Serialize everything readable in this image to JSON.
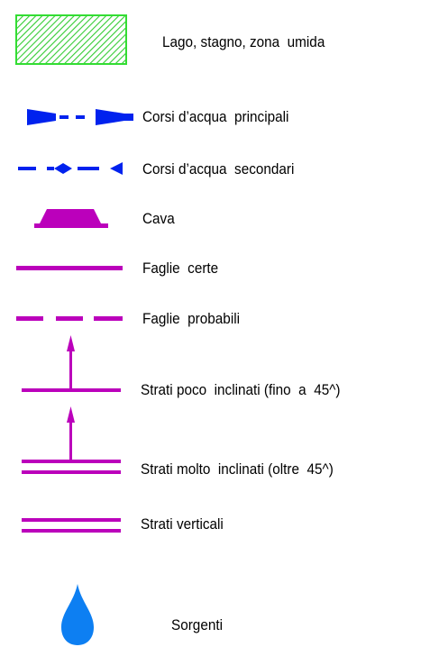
{
  "legend": {
    "items": [
      {
        "id": "lago",
        "symbol": "hatched-green-rectangle-icon",
        "color": "#33cc33",
        "label": "Lago, stagno, zona  umida"
      },
      {
        "id": "corsi-principali",
        "symbol": "dashed-blue-line-with-arrows-icon",
        "color": "#0022ee",
        "label": "Corsi d’acqua  principali"
      },
      {
        "id": "corsi-secondari",
        "symbol": "dashed-blue-line-with-diamond-icon",
        "color": "#0022ee",
        "label": "Corsi d’acqua  secondari"
      },
      {
        "id": "cava",
        "symbol": "quarry-trapezoid-icon",
        "color": "#bb00bb",
        "label": "Cava"
      },
      {
        "id": "faglie-certe",
        "symbol": "solid-magenta-line-icon",
        "color": "#bb00bb",
        "label": "Faglie  certe"
      },
      {
        "id": "faglie-probabili",
        "symbol": "dashed-magenta-line-icon",
        "color": "#bb00bb",
        "label": "Faglie  probabili"
      },
      {
        "id": "strati-poco",
        "symbol": "line-with-arrow-icon",
        "color": "#bb00bb",
        "label": "Strati poco  inclinati (fino  a  45^)"
      },
      {
        "id": "strati-molto",
        "symbol": "double-line-with-arrow-icon",
        "color": "#bb00bb",
        "label": "Strati molto  inclinati (oltre  45^)"
      },
      {
        "id": "strati-verticali",
        "symbol": "double-line-icon",
        "color": "#bb00bb",
        "label": "Strati verticali"
      },
      {
        "id": "sorgenti",
        "symbol": "blue-drop-icon",
        "color": "#0d7ff2",
        "label": "Sorgenti"
      }
    ]
  }
}
